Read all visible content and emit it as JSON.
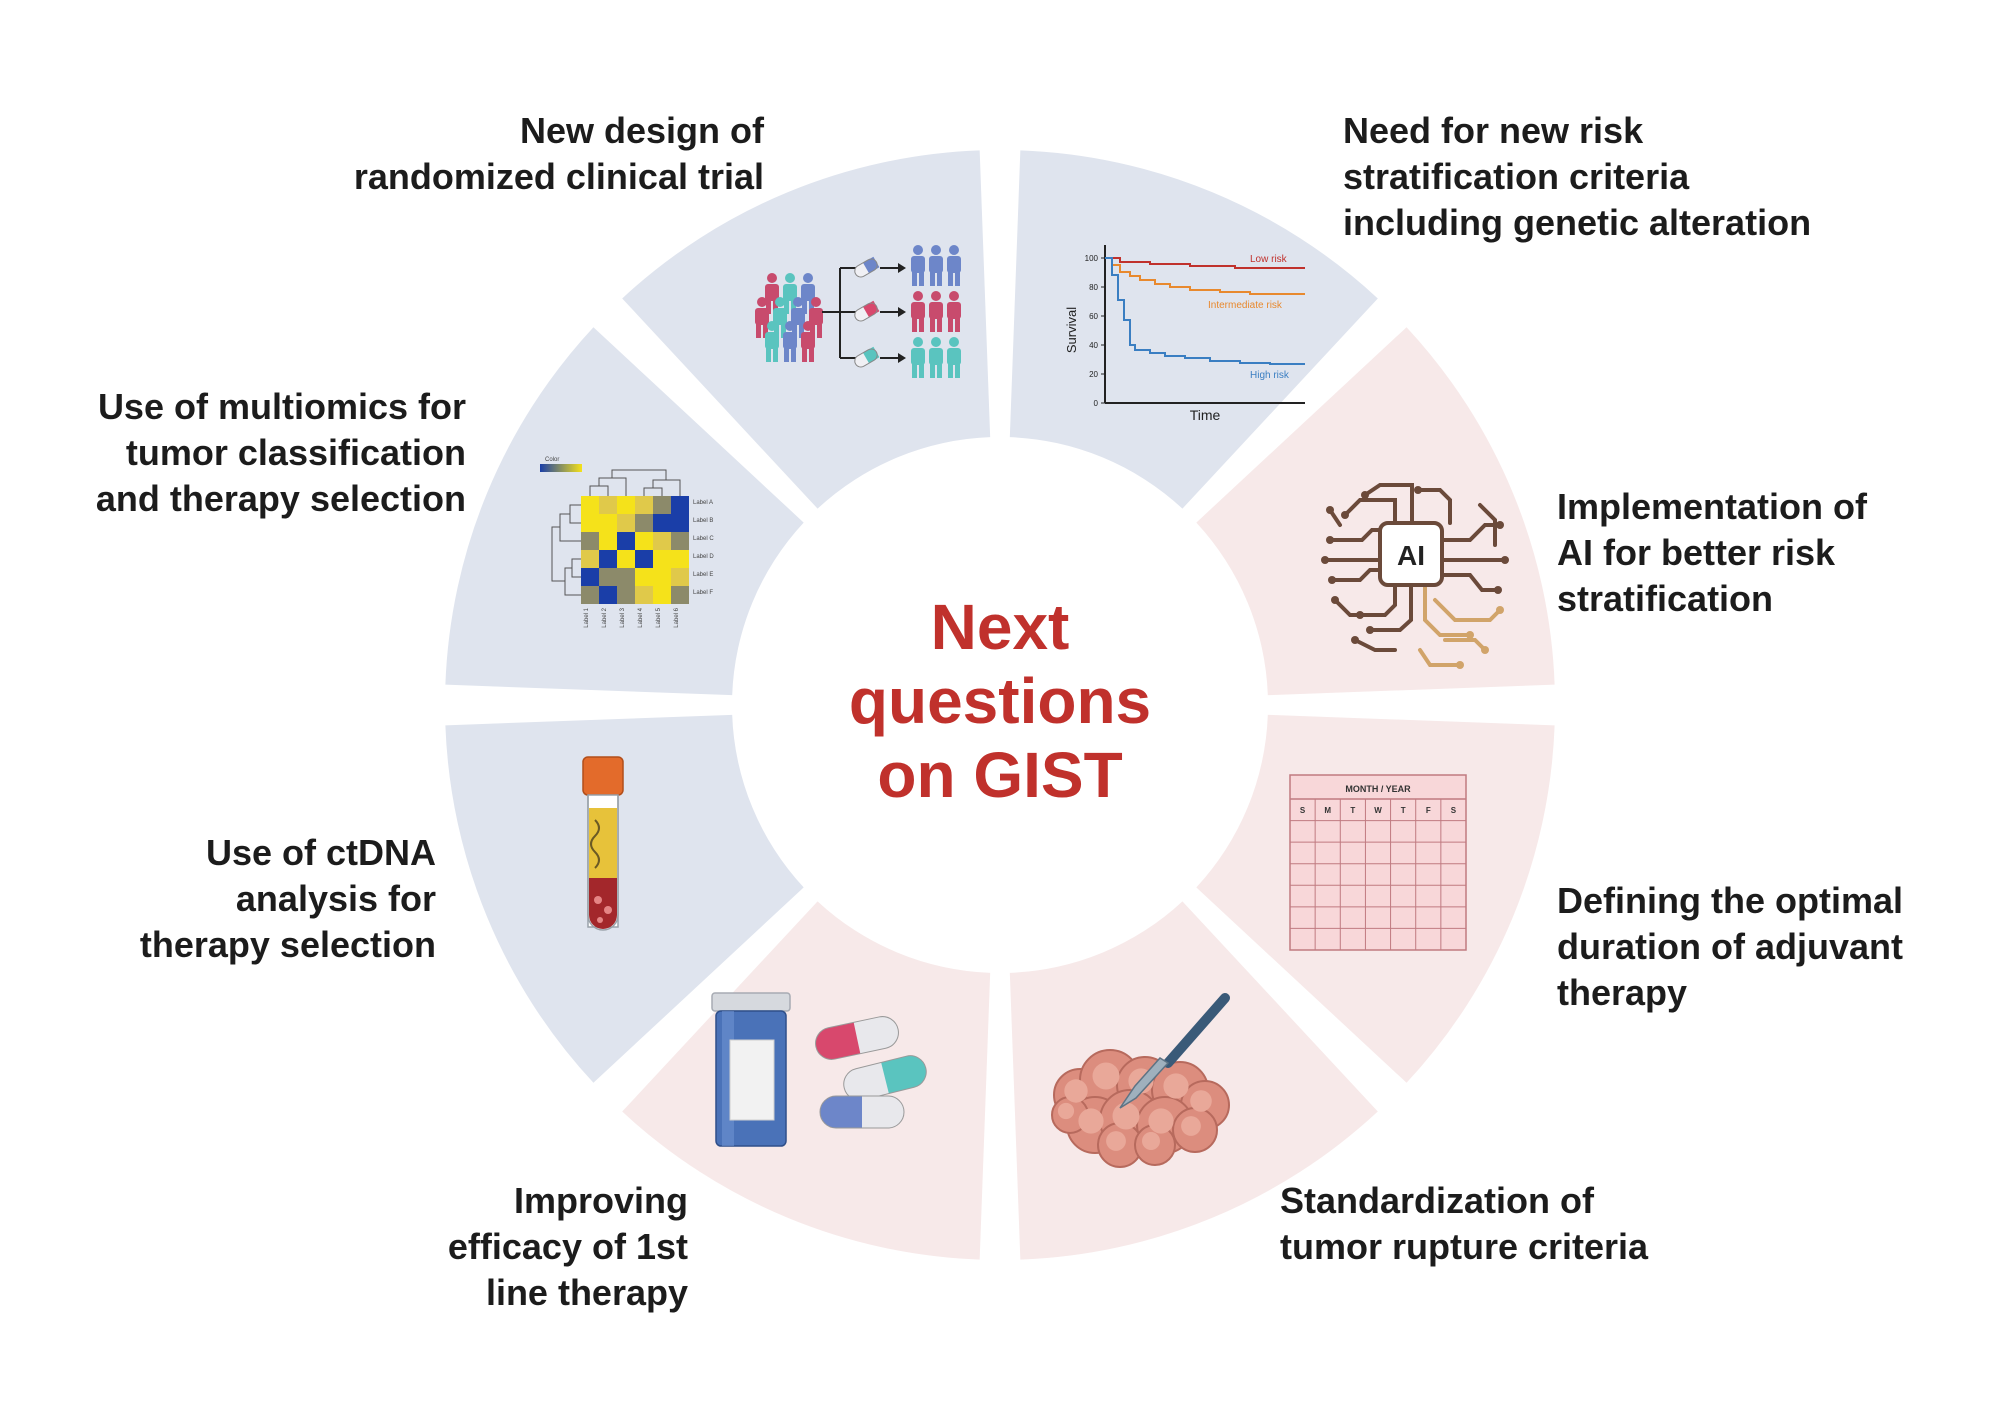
{
  "center": {
    "line1": "Next",
    "line2": "questions",
    "line3": "on GIST"
  },
  "colors": {
    "left_sector": "#dfe4ee",
    "right_sector": "#f7e9e9",
    "title": "#c0312c",
    "label": "#1c1c1c"
  },
  "segments": [
    {
      "id": "randomized-trial",
      "lines": [
        "New design of",
        "randomized clinical trial"
      ],
      "icon": "patient-randomization-icon"
    },
    {
      "id": "risk-criteria",
      "lines": [
        "Need for new risk",
        "stratification criteria",
        "including genetic alteration"
      ],
      "icon": "survival-curve-icon"
    },
    {
      "id": "ai-risk",
      "lines": [
        "Implementation of",
        "AI for better risk",
        "stratification"
      ],
      "icon": "ai-brain-icon"
    },
    {
      "id": "adjuvant-duration",
      "lines": [
        "Defining the optimal",
        "duration of adjuvant",
        "therapy"
      ],
      "icon": "calendar-icon"
    },
    {
      "id": "rupture-criteria",
      "lines": [
        "Standardization of",
        "tumor rupture criteria"
      ],
      "icon": "tumor-scalpel-icon"
    },
    {
      "id": "first-line",
      "lines": [
        "Improving",
        "efficacy of 1st",
        "line therapy"
      ],
      "icon": "pill-bottle-icon"
    },
    {
      "id": "ctdna",
      "lines": [
        "Use of ctDNA",
        "analysis for",
        "therapy selection"
      ],
      "icon": "blood-tube-icon"
    },
    {
      "id": "multiomics",
      "lines": [
        "Use of multiomics for",
        "tumor classification",
        "and therapy selection"
      ],
      "icon": "heatmap-icon"
    }
  ],
  "survival_icon": {
    "ylabel": "Survival",
    "xlabel": "Time",
    "ticks": [
      "100",
      "80",
      "60",
      "40",
      "20",
      "0"
    ],
    "low": "Low risk",
    "intermediate": "Intermediate risk",
    "high": "High risk"
  },
  "ai_icon": {
    "text": "AI"
  },
  "calendar_icon": {
    "header": "MONTH / YEAR",
    "days": [
      "S",
      "M",
      "T",
      "W",
      "T",
      "F",
      "S"
    ]
  },
  "heatmap_icon": {
    "color_label": "Color",
    "row_labels": [
      "Label A",
      "Label B",
      "Label C",
      "Label D",
      "Label E",
      "Label F"
    ],
    "col_labels": [
      "Label 1",
      "Label 2",
      "Label 3",
      "Label 4",
      "Label 5",
      "Label 6"
    ]
  }
}
